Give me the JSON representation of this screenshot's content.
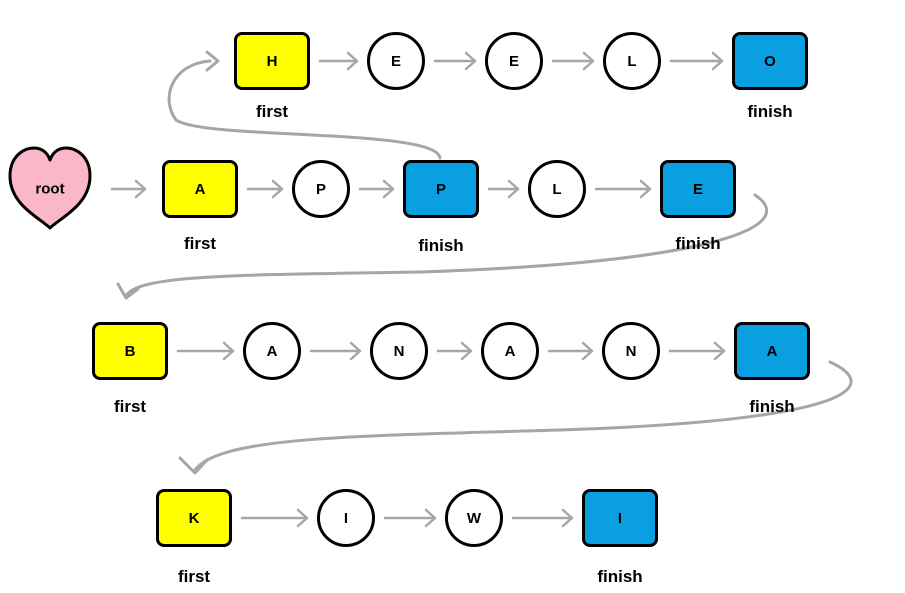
{
  "colors": {
    "first_fill": "#ffff00",
    "finish_fill": "#0a9fe0",
    "root_fill": "#f9b7c8",
    "arrow": "#a6a6a6",
    "outline": "#000000"
  },
  "root": {
    "label": "root"
  },
  "rows": [
    {
      "word": "HEELO",
      "nodes": [
        {
          "letter": "H",
          "kind": "first",
          "caption": "first"
        },
        {
          "letter": "E",
          "kind": "plain"
        },
        {
          "letter": "E",
          "kind": "plain"
        },
        {
          "letter": "L",
          "kind": "plain"
        },
        {
          "letter": "O",
          "kind": "finish",
          "caption": "finish"
        }
      ]
    },
    {
      "word": "APPLE",
      "nodes": [
        {
          "letter": "A",
          "kind": "first",
          "caption": "first"
        },
        {
          "letter": "P",
          "kind": "plain"
        },
        {
          "letter": "P",
          "kind": "finish",
          "caption": "finish"
        },
        {
          "letter": "L",
          "kind": "plain"
        },
        {
          "letter": "E",
          "kind": "finish",
          "caption": "finish"
        }
      ]
    },
    {
      "word": "BANANA",
      "nodes": [
        {
          "letter": "B",
          "kind": "first",
          "caption": "first"
        },
        {
          "letter": "A",
          "kind": "plain"
        },
        {
          "letter": "N",
          "kind": "plain"
        },
        {
          "letter": "A",
          "kind": "plain"
        },
        {
          "letter": "N",
          "kind": "plain"
        },
        {
          "letter": "A",
          "kind": "finish",
          "caption": "finish"
        }
      ]
    },
    {
      "word": "KIWI",
      "nodes": [
        {
          "letter": "K",
          "kind": "first",
          "caption": "first"
        },
        {
          "letter": "I",
          "kind": "plain"
        },
        {
          "letter": "W",
          "kind": "plain"
        },
        {
          "letter": "I",
          "kind": "finish",
          "caption": "finish"
        }
      ]
    }
  ]
}
